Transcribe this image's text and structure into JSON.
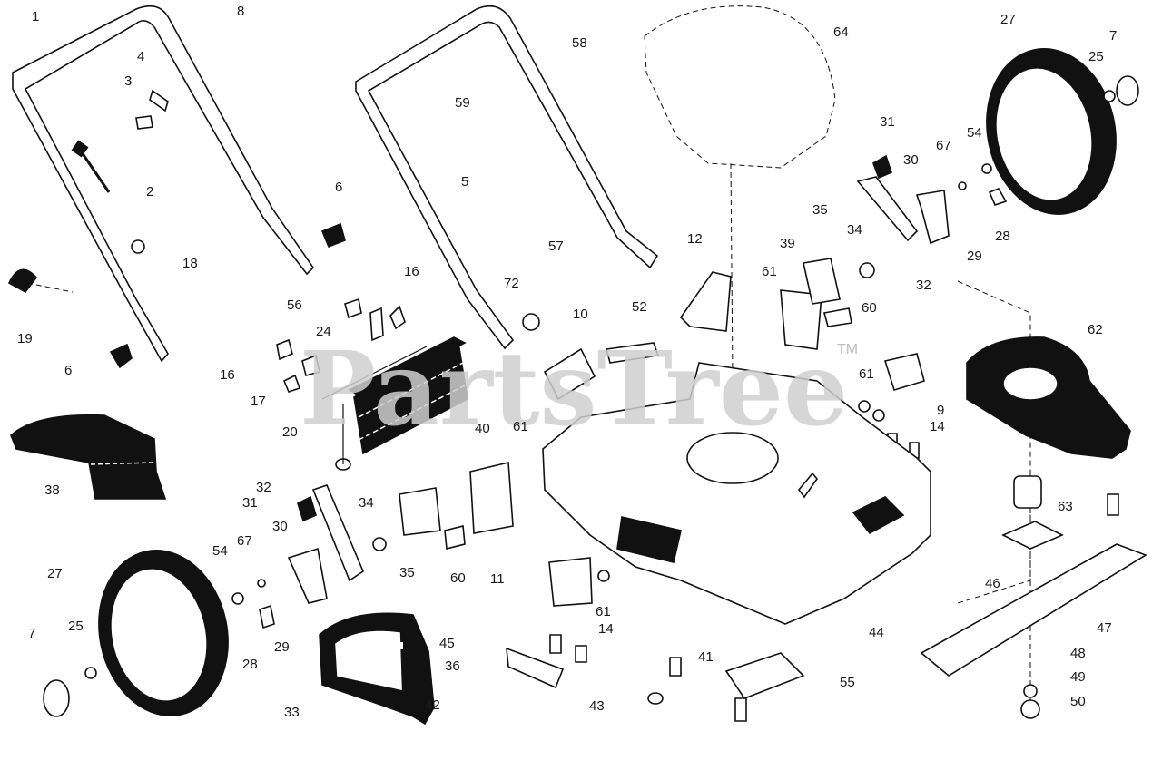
{
  "watermark": {
    "text": "PartsTree",
    "trademark": "TM"
  },
  "callouts": [
    {
      "id": "c1",
      "text": "1"
    },
    {
      "id": "c8",
      "text": "8"
    },
    {
      "id": "c4",
      "text": "4"
    },
    {
      "id": "c3",
      "text": "3"
    },
    {
      "id": "c2",
      "text": "2"
    },
    {
      "id": "c18",
      "text": "18"
    },
    {
      "id": "c19",
      "text": "19"
    },
    {
      "id": "c6a",
      "text": "6"
    },
    {
      "id": "c6b",
      "text": "6"
    },
    {
      "id": "c38",
      "text": "38"
    },
    {
      "id": "c58",
      "text": "58"
    },
    {
      "id": "c59",
      "text": "59"
    },
    {
      "id": "c5",
      "text": "5"
    },
    {
      "id": "c57",
      "text": "57"
    },
    {
      "id": "c16a",
      "text": "16"
    },
    {
      "id": "c72",
      "text": "72"
    },
    {
      "id": "c56",
      "text": "56"
    },
    {
      "id": "c24",
      "text": "24"
    },
    {
      "id": "c16b",
      "text": "16"
    },
    {
      "id": "c17",
      "text": "17"
    },
    {
      "id": "c20",
      "text": "20"
    },
    {
      "id": "c40",
      "text": "40"
    },
    {
      "id": "c61a",
      "text": "61"
    },
    {
      "id": "c10",
      "text": "10"
    },
    {
      "id": "c52",
      "text": "52"
    },
    {
      "id": "c64",
      "text": "64"
    },
    {
      "id": "c12",
      "text": "12"
    },
    {
      "id": "c39",
      "text": "39"
    },
    {
      "id": "c61b",
      "text": "61"
    },
    {
      "id": "c60a",
      "text": "60"
    },
    {
      "id": "c61c",
      "text": "61"
    },
    {
      "id": "c9",
      "text": "9"
    },
    {
      "id": "c14a",
      "text": "14"
    },
    {
      "id": "c31a",
      "text": "31"
    },
    {
      "id": "c30a",
      "text": "30"
    },
    {
      "id": "c67a",
      "text": "67"
    },
    {
      "id": "c54a",
      "text": "54"
    },
    {
      "id": "c35a",
      "text": "35"
    },
    {
      "id": "c34a",
      "text": "34"
    },
    {
      "id": "c28a",
      "text": "28"
    },
    {
      "id": "c29a",
      "text": "29"
    },
    {
      "id": "c32a",
      "text": "32"
    },
    {
      "id": "c27a",
      "text": "27"
    },
    {
      "id": "c7a",
      "text": "7"
    },
    {
      "id": "c25a",
      "text": "25"
    },
    {
      "id": "c62",
      "text": "62"
    },
    {
      "id": "c63",
      "text": "63"
    },
    {
      "id": "c46",
      "text": "46"
    },
    {
      "id": "c47",
      "text": "47"
    },
    {
      "id": "c48",
      "text": "48"
    },
    {
      "id": "c49",
      "text": "49"
    },
    {
      "id": "c50",
      "text": "50"
    },
    {
      "id": "c44",
      "text": "44"
    },
    {
      "id": "c55",
      "text": "55"
    },
    {
      "id": "c41",
      "text": "41"
    },
    {
      "id": "c43",
      "text": "43"
    },
    {
      "id": "c61d",
      "text": "61"
    },
    {
      "id": "c14b",
      "text": "14"
    },
    {
      "id": "c11",
      "text": "11"
    },
    {
      "id": "c60b",
      "text": "60"
    },
    {
      "id": "c35b",
      "text": "35"
    },
    {
      "id": "c34b",
      "text": "34"
    },
    {
      "id": "c32b",
      "text": "32"
    },
    {
      "id": "c31b",
      "text": "31"
    },
    {
      "id": "c30b",
      "text": "30"
    },
    {
      "id": "c67b",
      "text": "67"
    },
    {
      "id": "c54b",
      "text": "54"
    },
    {
      "id": "c27b",
      "text": "27"
    },
    {
      "id": "c25b",
      "text": "25"
    },
    {
      "id": "c7b",
      "text": "7"
    },
    {
      "id": "c28b",
      "text": "28"
    },
    {
      "id": "c29b",
      "text": "29"
    },
    {
      "id": "c33",
      "text": "33"
    },
    {
      "id": "c45",
      "text": "45"
    },
    {
      "id": "c36",
      "text": "36"
    },
    {
      "id": "c42",
      "text": "42"
    }
  ]
}
